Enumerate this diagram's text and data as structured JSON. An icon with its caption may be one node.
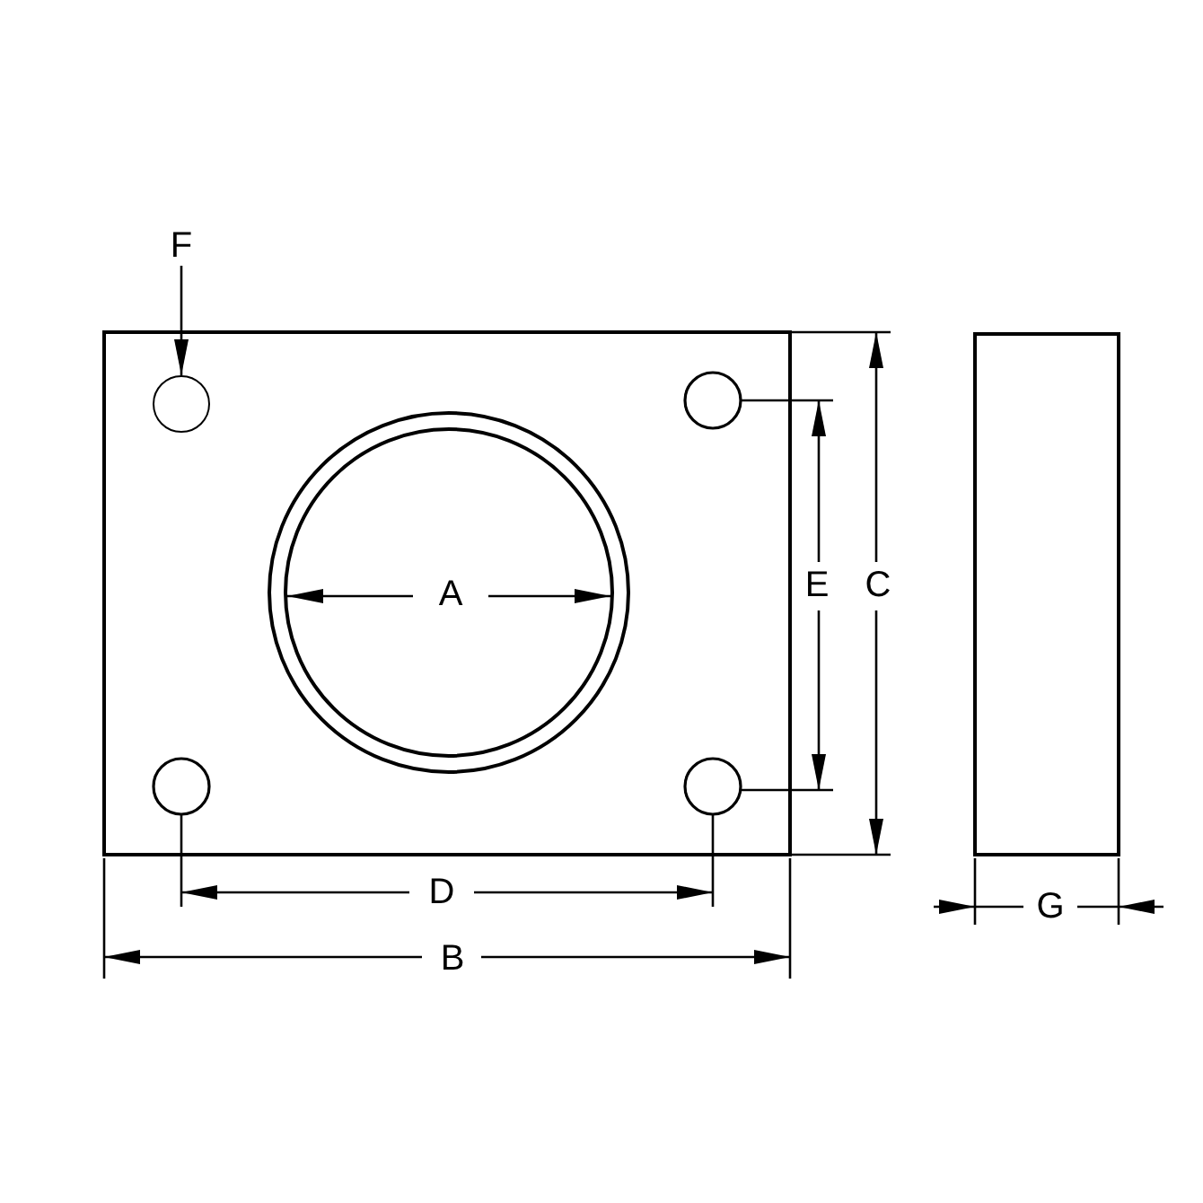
{
  "diagram": {
    "nodes": [
      {
        "text": [
          "F"
        ]
      },
      {
        "text": [],
        "shape": "circle"
      }
    ],
    "edges": [
      {
        "from": 0,
        "to": 1,
        "arrow": "to"
      }
    ],
    "labels": [
      "A",
      "E",
      "C",
      "D",
      "G",
      "B"
    ]
  }
}
